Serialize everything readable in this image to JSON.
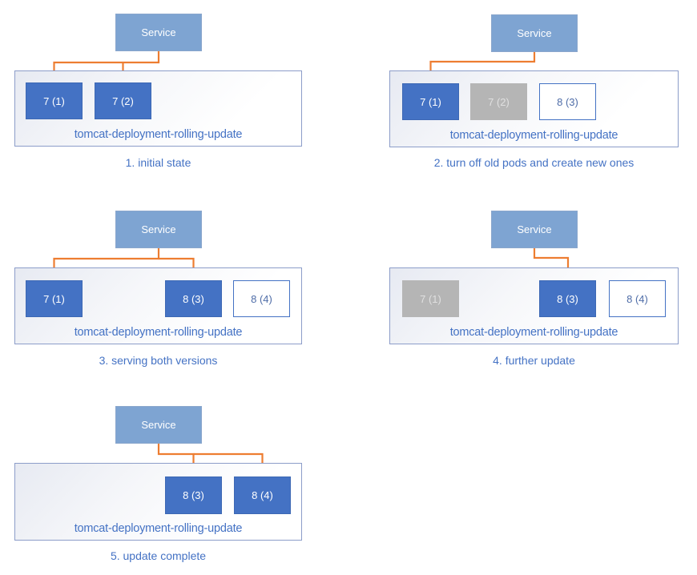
{
  "colors": {
    "service_fill": "#7ea4d2",
    "pod_active": "#4472c4",
    "pod_terminated": "#b5b5b5",
    "pod_new_border": "#4472c4",
    "container_border": "#8c9dc9",
    "label_blue": "#4472c4",
    "arrow_orange": "#ed7d31"
  },
  "panels": [
    {
      "caption": "1. initial state",
      "service": "Service",
      "deployment": "tomcat-deployment-rolling-update",
      "pods": [
        {
          "label": "7 (1)",
          "state": "active"
        },
        {
          "label": "7 (2)",
          "state": "active"
        }
      ]
    },
    {
      "caption": "2. turn off old pods and create new ones",
      "service": "Service",
      "deployment": "tomcat-deployment-rolling-update",
      "pods": [
        {
          "label": "7 (1)",
          "state": "active"
        },
        {
          "label": "7 (2)",
          "state": "terminated"
        },
        {
          "label": "8 (3)",
          "state": "new"
        }
      ]
    },
    {
      "caption": "3. serving both versions",
      "service": "Service",
      "deployment": "tomcat-deployment-rolling-update",
      "pods": [
        {
          "label": "7 (1)",
          "state": "active"
        },
        {
          "label": "8 (3)",
          "state": "active"
        },
        {
          "label": "8 (4)",
          "state": "new"
        }
      ]
    },
    {
      "caption": "4. further update",
      "service": "Service",
      "deployment": "tomcat-deployment-rolling-update",
      "pods": [
        {
          "label": "7 (1)",
          "state": "terminated"
        },
        {
          "label": "8 (3)",
          "state": "active"
        },
        {
          "label": "8 (4)",
          "state": "new"
        }
      ]
    },
    {
      "caption": "5. update complete",
      "service": "Service",
      "deployment": "tomcat-deployment-rolling-update",
      "pods": [
        {
          "label": "8 (3)",
          "state": "active"
        },
        {
          "label": "8 (4)",
          "state": "active"
        }
      ]
    }
  ]
}
